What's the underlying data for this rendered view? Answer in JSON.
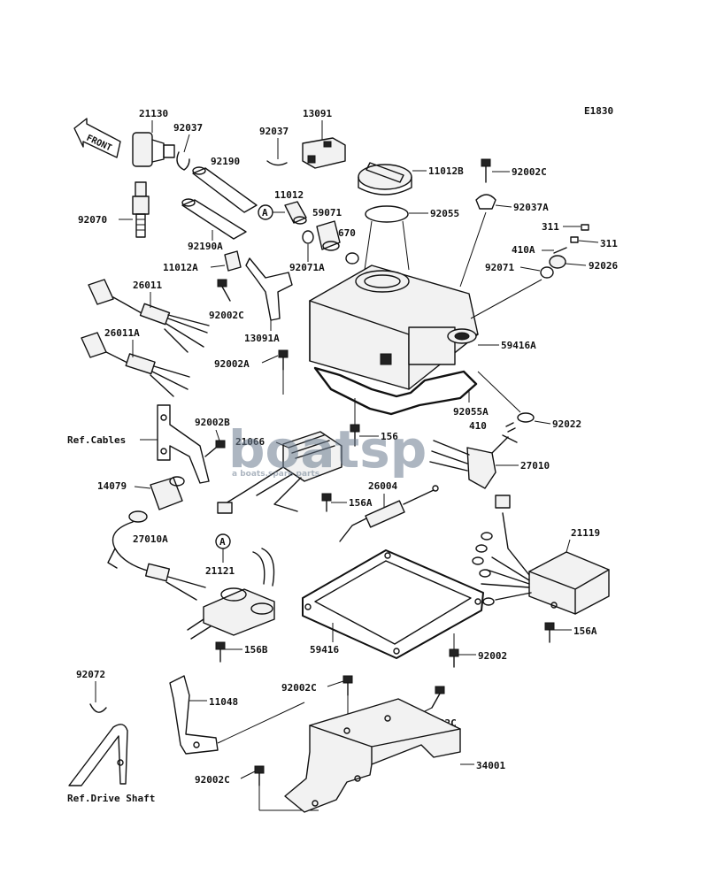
{
  "diagram_code": "E1830",
  "front_label": "FRONT",
  "watermark": {
    "main": "boatsp",
    "sub": "a boats.spare parts",
    "color": "#6b7c8f"
  },
  "callout_marker": "A",
  "labels": {
    "p21130": "21130",
    "p92037a": "92037",
    "p92037b": "92037",
    "p13091": "13091",
    "p92190": "92190",
    "p11012": "11012",
    "p59071": "59071",
    "p670": "670",
    "p11012b": "11012B",
    "p92002c_top": "92002C",
    "p92037A": "92037A",
    "p92055": "92055",
    "p92070": "92070",
    "p92190a": "92190A",
    "p92071a": "92071A",
    "p11012a": "11012A",
    "p311a": "311",
    "p311b": "311",
    "p410a": "410A",
    "p92071": "92071",
    "p92026": "92026",
    "p26011": "26011",
    "p92002c_mid": "92002C",
    "p13091a": "13091A",
    "p26011a": "26011A",
    "p59416a": "59416A",
    "p92002a": "92002A",
    "p92055a": "92055A",
    "p92002b": "92002B",
    "p410": "410",
    "p92022": "92022",
    "p_refcables": "Ref.Cables",
    "p21066": "21066",
    "p156": "156",
    "p27010": "27010",
    "p14079": "14079",
    "p26004": "26004",
    "p156a_mid": "156A",
    "p27010a": "27010A",
    "p21119": "21119",
    "p21121": "21121",
    "p156a_right": "156A",
    "p156b": "156B",
    "p59416": "59416",
    "p92002": "92002",
    "p92072": "92072",
    "p11048": "11048",
    "p92002c_b1": "92002C",
    "p92002c_b2": "92002C",
    "p34001": "34001",
    "p92002c_b3": "92002C",
    "p_refdrive": "Ref.Drive Shaft"
  }
}
